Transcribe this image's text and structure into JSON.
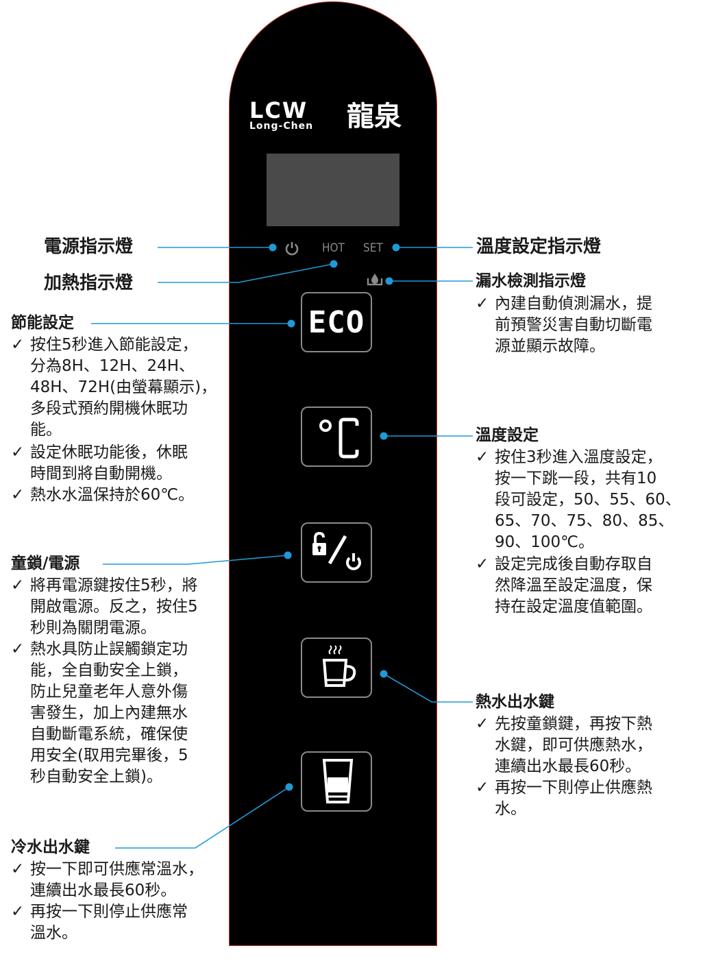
{
  "brand": {
    "lcw": "LCW",
    "latin": "Long-Chen",
    "chinese": "龍泉"
  },
  "indicators": {
    "hot": "HOT",
    "set": "SET"
  },
  "buttons": {
    "eco": "ECO"
  },
  "check_glyph": "✓",
  "labels": {
    "power_indicator": "電源指示燈",
    "heating_indicator": "加熱指示燈",
    "temp_set_indicator": "溫度設定指示燈",
    "leak": {
      "title": "漏水檢測指示燈",
      "bullets": [
        "內建自動偵測漏水，提前預警災害自動切斷電源並顯示故障。"
      ],
      "lines": [
        [
          "內建自動偵測漏水，提",
          "前預警災害自動切斷電",
          "源並顯示故障。"
        ]
      ]
    },
    "eco": {
      "title": "節能設定",
      "bullets": [
        "按住5秒進入節能設定，分為8H、12H、24H、48H、72H(由螢幕顯示)，多段式預約開機休眠功能。",
        "設定休眠功能後，休眠時間到將自動開機。",
        "熱水水溫保持於60℃。"
      ],
      "lines": [
        [
          "按住5秒進入節能設定，",
          "分為8H、12H、24H、",
          "48H、72H(由螢幕顯示)，",
          "多段式預約開機休眠功",
          "能。"
        ],
        [
          "設定休眠功能後，休眠",
          "時間到將自動開機。"
        ],
        [
          "熱水水溫保持於60℃。"
        ]
      ]
    },
    "temp": {
      "title": "溫度設定",
      "bullets": [
        "按住3秒進入溫度設定，按一下跳一段，共有10段可設定，50、55、60、65、70、75、80、85、90、100℃。",
        "設定完成後自動存取自然降溫至設定溫度，保持在設定溫度值範圍。"
      ],
      "lines": [
        [
          "按住3秒進入溫度設定，",
          "按一下跳一段，共有10",
          "段可設定，50、55、60、",
          "65、70、75、80、85、",
          "90、100℃。"
        ],
        [
          "設定完成後自動存取自",
          "然降溫至設定溫度，保",
          "持在設定溫度值範圍。"
        ]
      ]
    },
    "lock": {
      "title": "童鎖/電源",
      "bullets": [
        "將再電源鍵按住5秒，將開啟電源。反之，按住5秒則為關閉電源。",
        "熱水具防止誤觸鎖定功能，全自動安全上鎖，防止兒童老年人意外傷害發生，加上內建無水自動斷電系統，確保使用安全(取用完畢後，5秒自動安全上鎖)。"
      ],
      "lines": [
        [
          "將再電源鍵按住5秒，將",
          "開啟電源。反之，按住5",
          "秒則為關閉電源。"
        ],
        [
          "熱水具防止誤觸鎖定功",
          "能，全自動安全上鎖，",
          "防止兒童老年人意外傷",
          "害發生，加上內建無水",
          "自動斷電系統，確保使",
          "用安全(取用完畢後，5",
          "秒自動安全上鎖)。"
        ]
      ]
    },
    "hot": {
      "title": "熱水出水鍵",
      "bullets": [
        "先按童鎖鍵，再按下熱水鍵，即可供應熱水，連續出水最長60秒。",
        "再按一下則停止供應熱水。"
      ],
      "lines": [
        [
          "先按童鎖鍵，再按下熱",
          "水鍵，即可供應熱水，",
          "連續出水最長60秒。"
        ],
        [
          "再按一下則停止供應熱",
          "水。"
        ]
      ]
    },
    "cold": {
      "title": "冷水出水鍵",
      "bullets": [
        "按一下即可供應常溫水，連續出水最長60秒。",
        "再按一下則停止供應常溫水。"
      ],
      "lines": [
        [
          "按一下即可供應常溫水，",
          "連續出水最長60秒。"
        ],
        [
          "再按一下則停止供應常",
          "溫水。"
        ]
      ]
    }
  },
  "colors": {
    "callout": "#1e9ad6",
    "panel": "#000000",
    "panel_border": "#c0392b",
    "brand_red": "#e60012",
    "screen": "#4a4a4a",
    "indicator_gray": "#8a8a8a"
  }
}
